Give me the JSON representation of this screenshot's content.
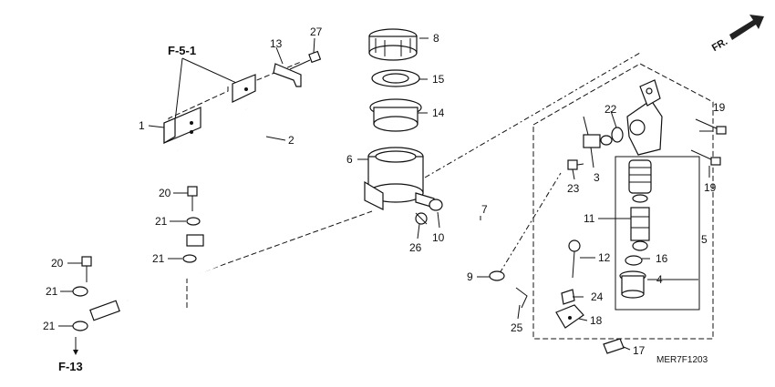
{
  "diagram": {
    "fr_label": "FR.",
    "ref_f51": "F-5-1",
    "ref_f13": "F-13",
    "code": "MER7F1203",
    "callouts": {
      "c1": "1",
      "c2": "2",
      "c3": "3",
      "c4": "4",
      "c5": "5",
      "c6": "6",
      "c7": "7",
      "c8": "8",
      "c9": "9",
      "c10": "10",
      "c11": "11",
      "c12": "12",
      "c13": "13",
      "c14": "14",
      "c15": "15",
      "c16": "16",
      "c17": "17",
      "c18": "18",
      "c19a": "19",
      "c19b": "19",
      "c20a": "20",
      "c20b": "20",
      "c21a": "21",
      "c21b": "21",
      "c21c": "21",
      "c21d": "21",
      "c22": "22",
      "c23": "23",
      "c24": "24",
      "c25": "25",
      "c26": "26",
      "c27": "27"
    }
  }
}
